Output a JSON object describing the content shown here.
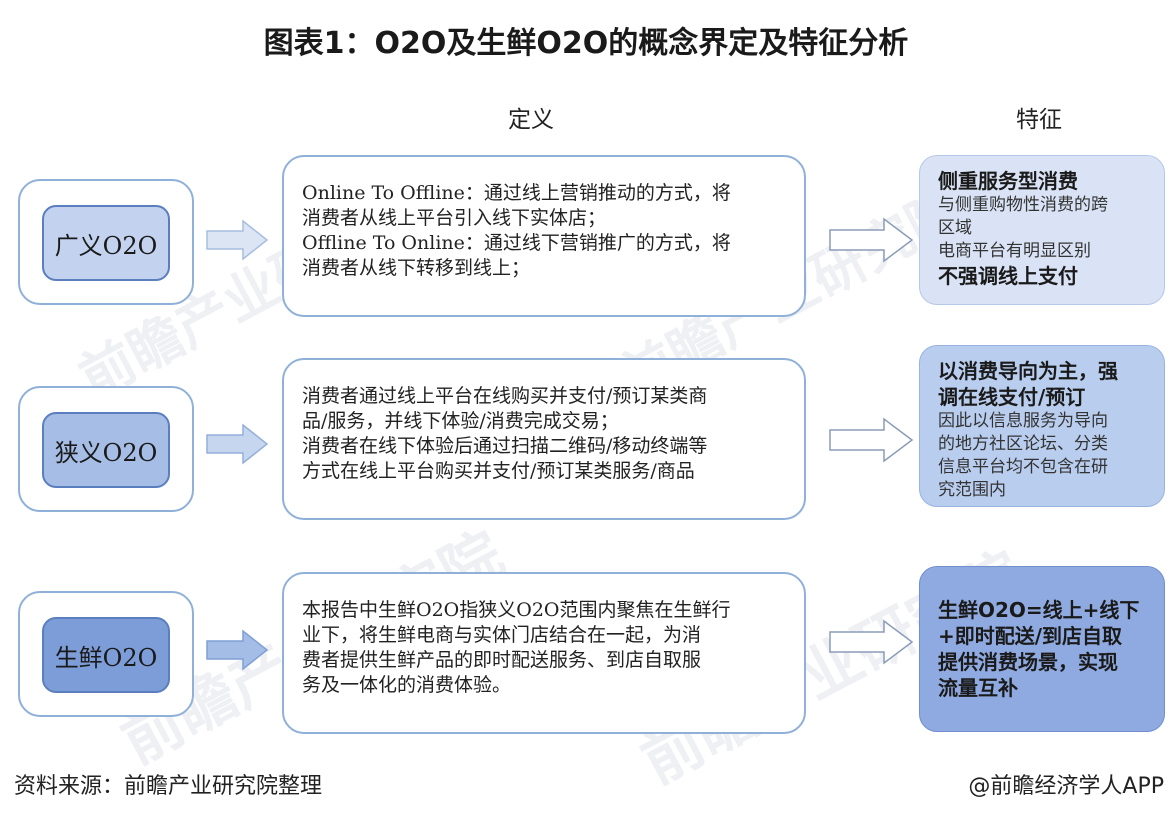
{
  "title": "图表1：O2O及生鲜O2O的概念界定及特征分析",
  "headers": {
    "definition": "定义",
    "features": "特征"
  },
  "watermark": "前瞻产业研究院",
  "rows": [
    {
      "label": "广义O2O",
      "definition": [
        "Online To Offline：通过线上营销推动的方式，将",
        "消费者从线上平台引入线下实体店；",
        "Offline To Online：通过线下营销推广的方式，将",
        "消费者从线下转移到线上；"
      ],
      "features": [
        {
          "text": "侧重服务型消费",
          "bold": true
        },
        {
          "text": "  与侧重购物性消费的跨",
          "bold": false
        },
        {
          "text": "区域",
          "bold": false
        },
        {
          "text": "  电商平台有明显区别",
          "bold": false
        },
        {
          "text": "不强调线上支付",
          "bold": true
        }
      ]
    },
    {
      "label": "狭义O2O",
      "definition": [
        "消费者通过线上平台在线购买并支付/预订某类商",
        "品/服务，并线下体验/消费完成交易；",
        "消费者在线下体验后通过扫描二维码/移动终端等",
        "方式在线上平台购买并支付/预订某类服务/商品"
      ],
      "features": [
        {
          "text": "以消费导向为主，强",
          "bold": true
        },
        {
          "text": "调在线支付/预订",
          "bold": true
        },
        {
          "text": "  因此以信息服务为导向",
          "bold": false
        },
        {
          "text": "的地方社区论坛、分类",
          "bold": false
        },
        {
          "text": "信息平台均不包含在研",
          "bold": false
        },
        {
          "text": "究范围内",
          "bold": false
        }
      ]
    },
    {
      "label": "生鲜O2O",
      "definition": [
        "本报告中生鲜O2O指狭义O2O范围内聚焦在生鲜行",
        "业下，将生鲜电商与实体门店结合在一起，为消",
        "费者提供生鲜产品的即时配送服务、到店自取服",
        "务及一体化的消费体验。"
      ],
      "features": [
        {
          "text": "生鲜O2O=线上+线下",
          "bold": true
        },
        {
          "text": "+即时配送/到店自取",
          "bold": true
        },
        {
          "text": "提供消费场景，实现",
          "bold": true
        },
        {
          "text": "流量互补",
          "bold": true
        }
      ]
    }
  ],
  "footer": {
    "source": "资料来源：前瞻产业研究院整理",
    "credit": "@前瞻经济学人APP"
  }
}
